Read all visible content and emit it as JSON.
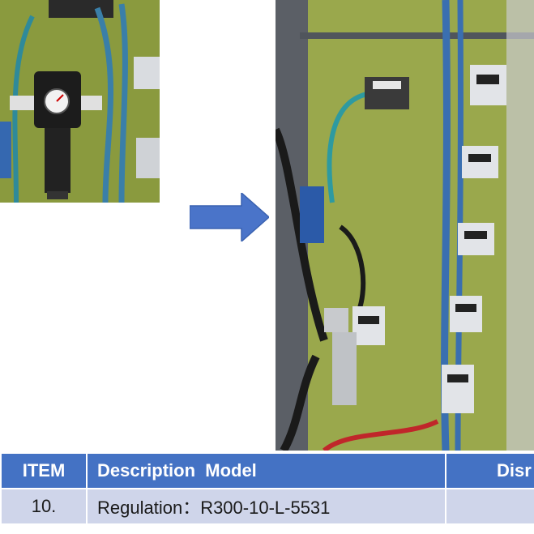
{
  "figure": {
    "before_photo_icon": "pneumatic-regulator-photo",
    "after_photo_icon": "pneumatic-panel-photo",
    "arrow_icon": "right-arrow-icon",
    "colors": {
      "header_bg": "#4472c4",
      "row_bg": "#cfd5ea",
      "arrow": "#4a74c9"
    }
  },
  "table": {
    "headers": [
      "ITEM",
      "Description  Model",
      "Disr"
    ],
    "rows": [
      [
        "10.",
        "Regulation：R300-10-L-5531",
        ""
      ]
    ]
  }
}
